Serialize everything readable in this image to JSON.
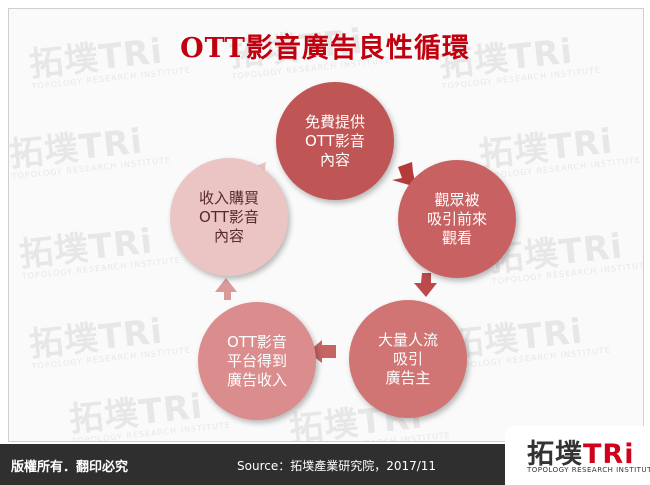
{
  "title": "OTT影音廣告良性循環",
  "nodes": [
    {
      "label": "免費提供\nOTT影音\n內容"
    },
    {
      "label": "觀眾被\n吸引前來\n觀看"
    },
    {
      "label": "大量人流\n吸引\n廣告主"
    },
    {
      "label": "OTT影音\n平台得到\n廣告收入"
    },
    {
      "label": "收入購買\nOTT影音\n內容"
    }
  ],
  "footer": {
    "copyright": "版權所有．翻印必究",
    "source": "Source：拓墣產業研究院，2017/11"
  },
  "logo": {
    "chinese": "拓墣",
    "tri": "TRi",
    "subtitle": "TOPOLOGY RESEARCH INSTITUTE"
  },
  "watermark": {
    "text": "拓墣TRi",
    "subtitle": "TOPOLOGY RESEARCH INSTITUTE"
  },
  "colors": {
    "title": "#c0000f",
    "node1": "#c05555",
    "node2": "#c86262",
    "node3": "#d07474",
    "node4": "#db8c8c",
    "node5": "#ebc4c4",
    "arrow_dark": "#b53a3a",
    "arrow_light": "#e9c7c7",
    "footer_bg": "#2f2f2f"
  }
}
